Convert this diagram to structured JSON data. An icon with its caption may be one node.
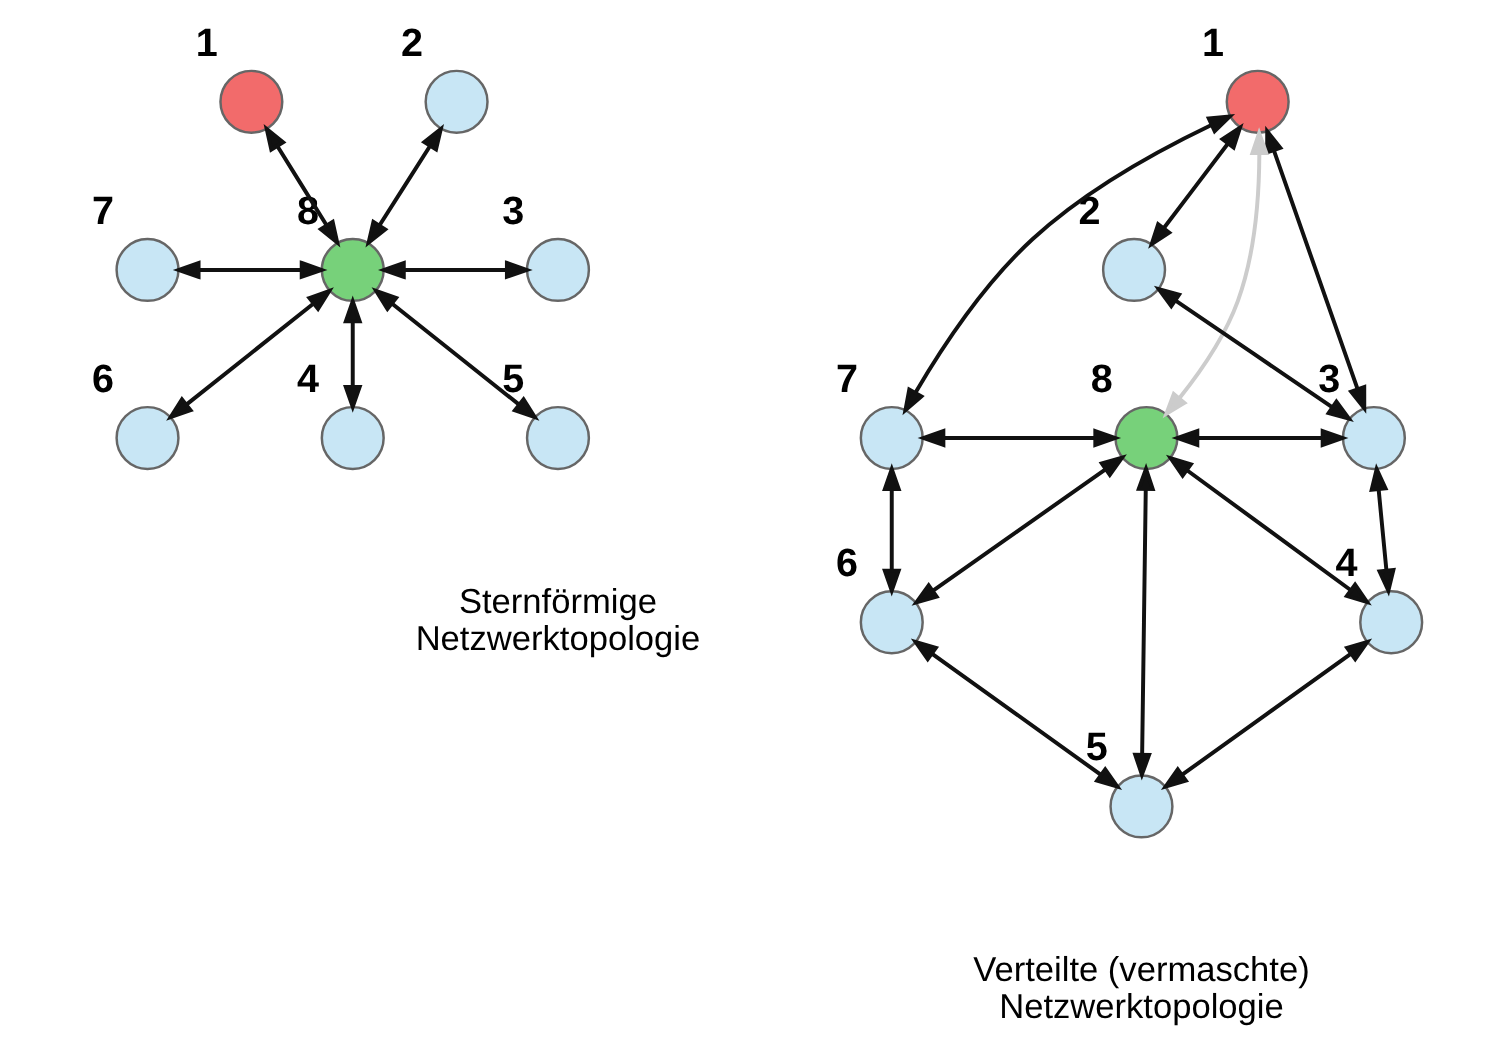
{
  "diagram": {
    "nodes": [
      {
        "text": [],
        "shape": "circle",
        "beside": [
          "1"
        ]
      },
      {
        "text": [],
        "shape": "circle",
        "beside": [
          "2"
        ]
      },
      {
        "text": [],
        "shape": "circle",
        "beside": [
          "3"
        ]
      },
      {
        "text": [],
        "shape": "circle",
        "beside": [
          "4"
        ]
      },
      {
        "text": [],
        "shape": "circle",
        "beside": [
          "5"
        ]
      },
      {
        "text": [],
        "shape": "circle",
        "beside": [
          "6"
        ]
      },
      {
        "text": [],
        "shape": "circle",
        "beside": [
          "7"
        ]
      },
      {
        "text": [],
        "shape": "circle",
        "beside": [
          "8"
        ]
      },
      {
        "text": [],
        "shape": "circle",
        "beside": [
          "1"
        ]
      },
      {
        "text": [],
        "shape": "circle",
        "beside": [
          "2"
        ]
      },
      {
        "text": [],
        "shape": "circle",
        "beside": [
          "3"
        ]
      },
      {
        "text": [],
        "shape": "circle",
        "beside": [
          "4"
        ]
      },
      {
        "text": [],
        "shape": "circle",
        "beside": [
          "5"
        ]
      },
      {
        "text": [],
        "shape": "circle",
        "beside": [
          "6"
        ]
      },
      {
        "text": [],
        "shape": "circle",
        "beside": [
          "7"
        ]
      },
      {
        "text": [],
        "shape": "circle",
        "beside": [
          "8"
        ]
      }
    ],
    "edges": [
      {
        "from": 0,
        "to": 7,
        "arrow": "both"
      },
      {
        "from": 1,
        "to": 7,
        "arrow": "both"
      },
      {
        "from": 6,
        "to": 7,
        "arrow": "both"
      },
      {
        "from": 7,
        "to": 2,
        "arrow": "both"
      },
      {
        "from": 5,
        "to": 7,
        "arrow": "both"
      },
      {
        "from": 7,
        "to": 3,
        "arrow": "both"
      },
      {
        "from": 7,
        "to": 4,
        "arrow": "both"
      },
      {
        "from": 8,
        "to": 9,
        "arrow": "both"
      },
      {
        "from": 8,
        "to": 10,
        "arrow": "both"
      },
      {
        "from": 8,
        "to": 14,
        "arrow": "both"
      },
      {
        "from": 8,
        "to": 15,
        "arrow": "both",
        "color": "#cccccc"
      },
      {
        "from": 9,
        "to": 10,
        "arrow": "both"
      },
      {
        "from": 14,
        "to": 15,
        "arrow": "both"
      },
      {
        "from": 15,
        "to": 10,
        "arrow": "both"
      },
      {
        "from": 14,
        "to": 13,
        "arrow": "both"
      },
      {
        "from": 10,
        "to": 11,
        "arrow": "both"
      },
      {
        "from": 13,
        "to": 15,
        "arrow": "both"
      },
      {
        "from": 15,
        "to": 11,
        "arrow": "both"
      },
      {
        "from": 15,
        "to": 12,
        "arrow": "both"
      },
      {
        "from": 13,
        "to": 12,
        "arrow": "both"
      },
      {
        "from": 12,
        "to": 11,
        "arrow": "both"
      }
    ],
    "labels": [
      "Sternförmige Netzwerktopologie",
      "Verteilte (vermaschte) Netzwerktopologie"
    ]
  }
}
